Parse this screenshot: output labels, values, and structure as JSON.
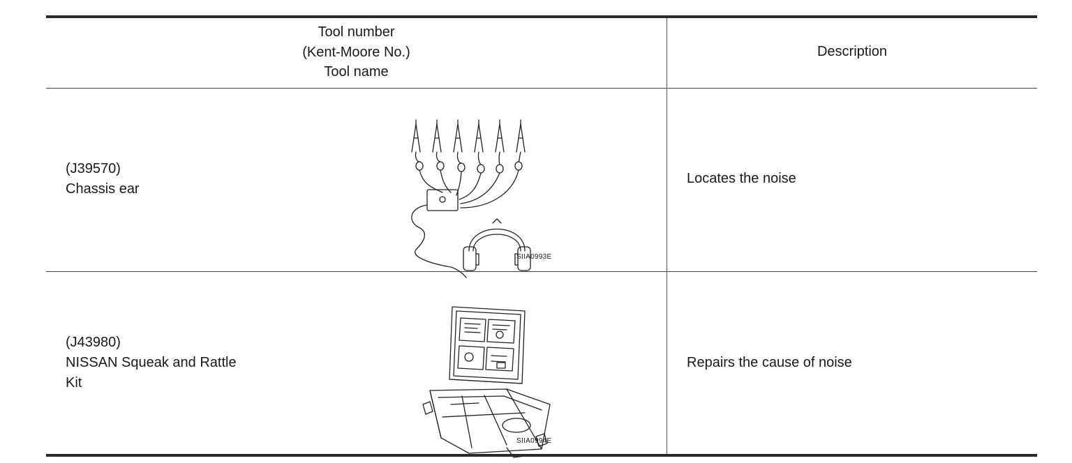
{
  "table": {
    "header": {
      "tool_lines": [
        "Tool number",
        "(Kent-Moore No.)",
        "Tool name"
      ],
      "description": "Description"
    },
    "rows": [
      {
        "tool_number": "(J39570)",
        "tool_name_lines": [
          "Chassis ear"
        ],
        "figure_code": "SIIA0993E",
        "description": "Locates the noise",
        "illustration_icon": "chassis-ear-clamps-headphones"
      },
      {
        "tool_number": "(J43980)",
        "tool_name_lines": [
          "NISSAN Squeak and Rattle",
          "Kit"
        ],
        "figure_code": "SIIA0994E",
        "description": "Repairs the cause of noise",
        "illustration_icon": "open-tool-case-kit"
      }
    ]
  }
}
